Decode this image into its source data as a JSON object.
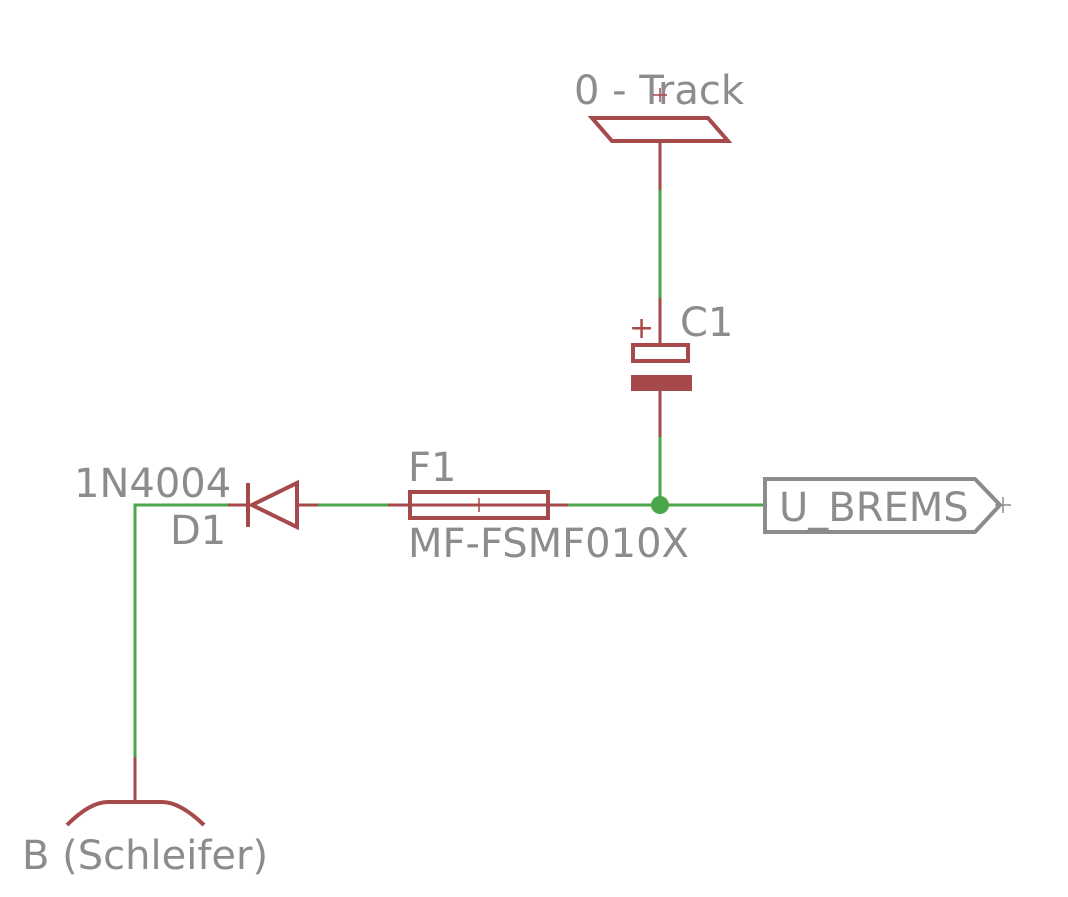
{
  "schematic": {
    "supply_top_label": "0 - Track",
    "supply_bottom_label": "B (Schleifer)",
    "capacitor": {
      "name": "C1",
      "polarity_mark": "+"
    },
    "diode": {
      "name": "D1",
      "value": "1N4004"
    },
    "fuse": {
      "name": "F1",
      "value": "MF-FSMF010X"
    },
    "net_label": "U_BREMS"
  },
  "colors": {
    "wire": "#4aa64a",
    "symbol": "#a6494a",
    "text": "#8c8c8c",
    "junction": "#4aa64a"
  }
}
